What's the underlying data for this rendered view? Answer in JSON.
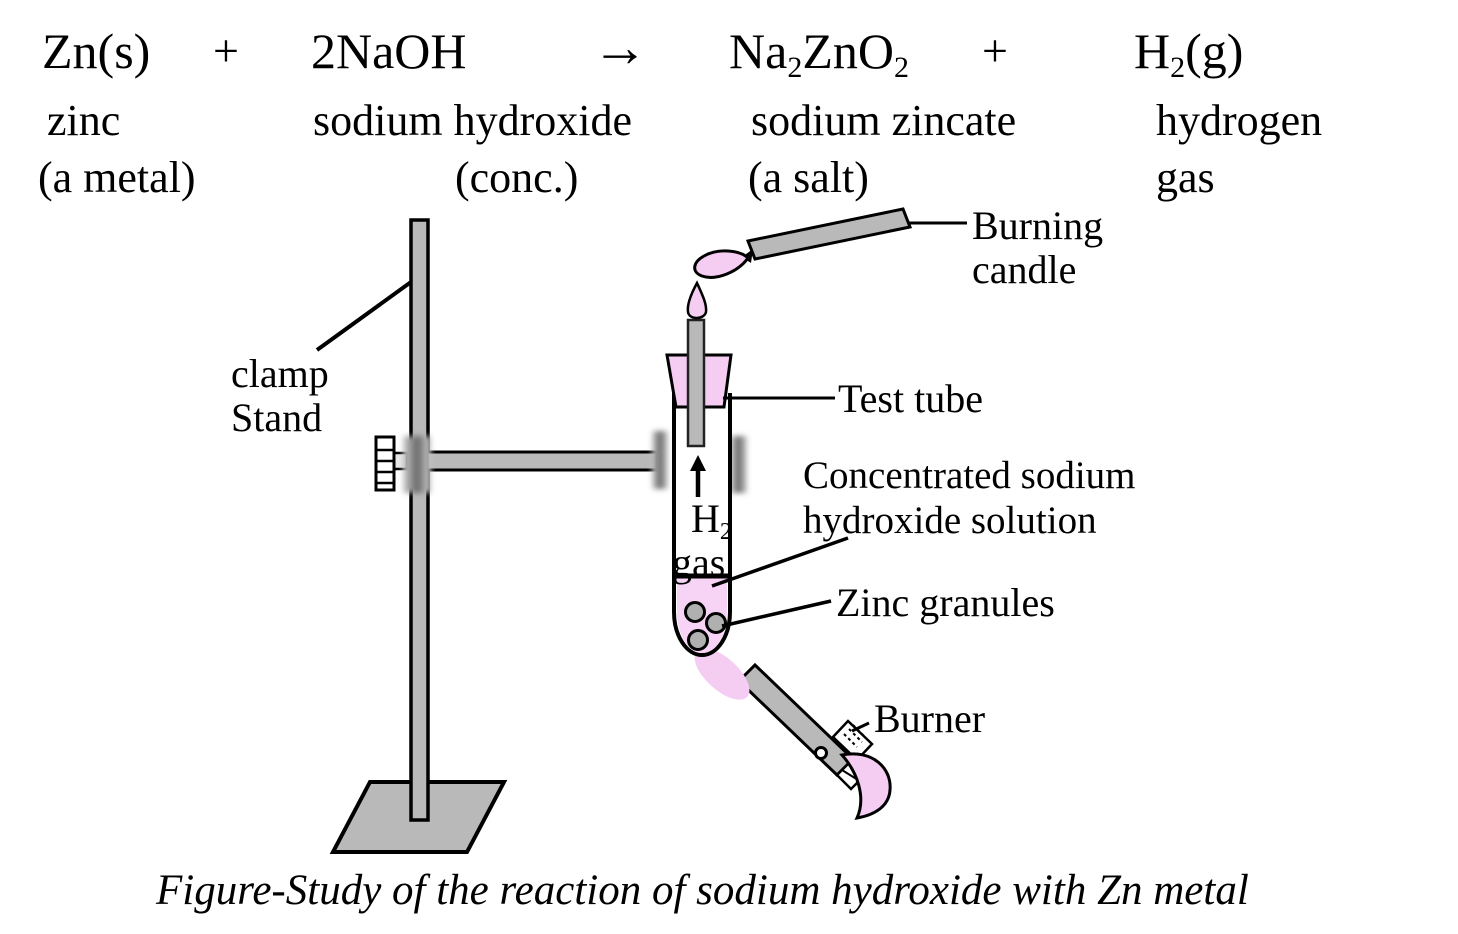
{
  "equation": {
    "reactant1": "Zn(s)",
    "plus1": "+",
    "reactant2": "2NaOH",
    "arrow": "→",
    "product1_base1": "Na",
    "product1_sub1": "2",
    "product1_base2": "ZnO",
    "product1_sub2": "2",
    "plus2": "+",
    "product2_base": "H",
    "product2_sub": "2",
    "product2_state": "(g)",
    "name_reactant1": "zinc",
    "note_reactant1": "(a metal)",
    "name_reactant2": "sodium hydroxide",
    "note_reactant2": "(conc.)",
    "name_product1": "sodium zincate",
    "note_product1": "(a salt)",
    "name_product2": "hydrogen",
    "note_product2": "gas"
  },
  "diagram": {
    "labels": {
      "clamp_stand_l1": "clamp",
      "clamp_stand_l2": "Stand",
      "burning_candle_l1": "Burning",
      "burning_candle_l2": "candle",
      "test_tube": "Test tube",
      "solution_l1": "Concentrated sodium",
      "solution_l2": "hydroxide solution",
      "zinc_granules": "Zinc granules",
      "burner": "Burner",
      "h2_base": "H",
      "h2_sub": "2",
      "gas_word": "gas"
    },
    "colors": {
      "apparatus_gray": "#b9b9b9",
      "pink": "#f5ccf2",
      "liquid_pink": "#f7d3f5",
      "outline": "#000000",
      "background": "#ffffff"
    }
  },
  "caption": "Figure-Study of the reaction of sodium hydroxide with Zn metal"
}
